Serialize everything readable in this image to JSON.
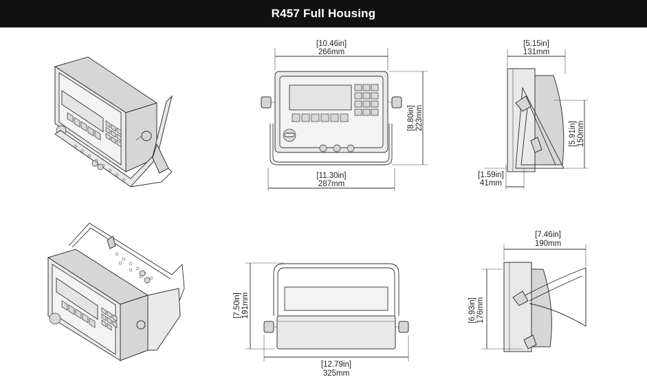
{
  "title": "R457 Full Housing",
  "dimensions": {
    "front_top_in": "[10.46in]",
    "front_top_mm": "266mm",
    "front_height_in": "[8.80in]",
    "front_height_mm": "223mm",
    "front_bottom_in": "[11.30in]",
    "front_bottom_mm": "287mm",
    "side_top_in": "[5.15in]",
    "side_top_mm": "131mm",
    "side_height_in": "[5.91in]",
    "side_height_mm": "150mm",
    "side_low_in": "[1.59in]",
    "side_low_mm": "41mm",
    "top_height_in": "[7.50in]",
    "top_height_mm": "191mm",
    "top_bottom_in": "[12.79in]",
    "top_bottom_mm": "325mm",
    "wall_top_in": "[7.46in]",
    "wall_top_mm": "190mm",
    "wall_height_in": "[6.93in]",
    "wall_height_mm": "176mm"
  }
}
